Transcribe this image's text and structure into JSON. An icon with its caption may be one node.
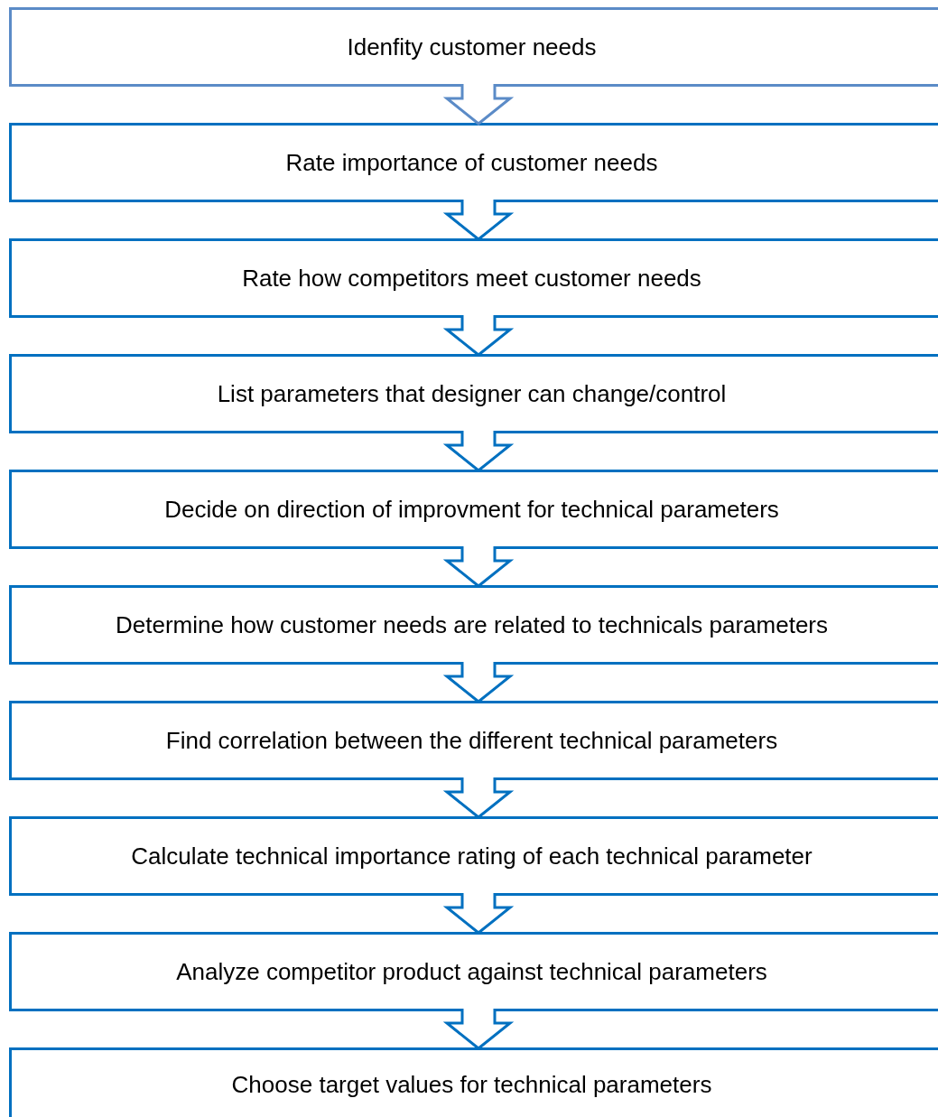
{
  "diagram": {
    "nodes": [
      {
        "text": [
          "Idenfity customer needs"
        ]
      },
      {
        "text": [
          "Rate importance of customer needs"
        ]
      },
      {
        "text": [
          "Rate how competitors meet customer needs"
        ]
      },
      {
        "text": [
          "List parameters that designer can change/control"
        ]
      },
      {
        "text": [
          "Decide on direction of improvment for technical parameters"
        ]
      },
      {
        "text": [
          "Determine how customer needs are related to technicals parameters"
        ]
      },
      {
        "text": [
          "Find correlation between the different technical parameters"
        ]
      },
      {
        "text": [
          "Calculate technical importance rating of each technical parameter"
        ]
      },
      {
        "text": [
          "Analyze competitor product against technical parameters"
        ]
      },
      {
        "text": [
          "Choose target values for technical parameters"
        ]
      }
    ],
    "edges": [
      {
        "from": 0,
        "to": 1,
        "arrow": "to",
        "color": "#5b8bc7"
      },
      {
        "from": 1,
        "to": 2,
        "arrow": "to"
      },
      {
        "from": 2,
        "to": 3,
        "arrow": "to"
      },
      {
        "from": 3,
        "to": 4,
        "arrow": "to"
      },
      {
        "from": 4,
        "to": 5,
        "arrow": "to"
      },
      {
        "from": 5,
        "to": 6,
        "arrow": "to"
      },
      {
        "from": 6,
        "to": 7,
        "arrow": "to"
      },
      {
        "from": 7,
        "to": 8,
        "arrow": "to"
      },
      {
        "from": 8,
        "to": 9,
        "arrow": "to"
      }
    ]
  }
}
